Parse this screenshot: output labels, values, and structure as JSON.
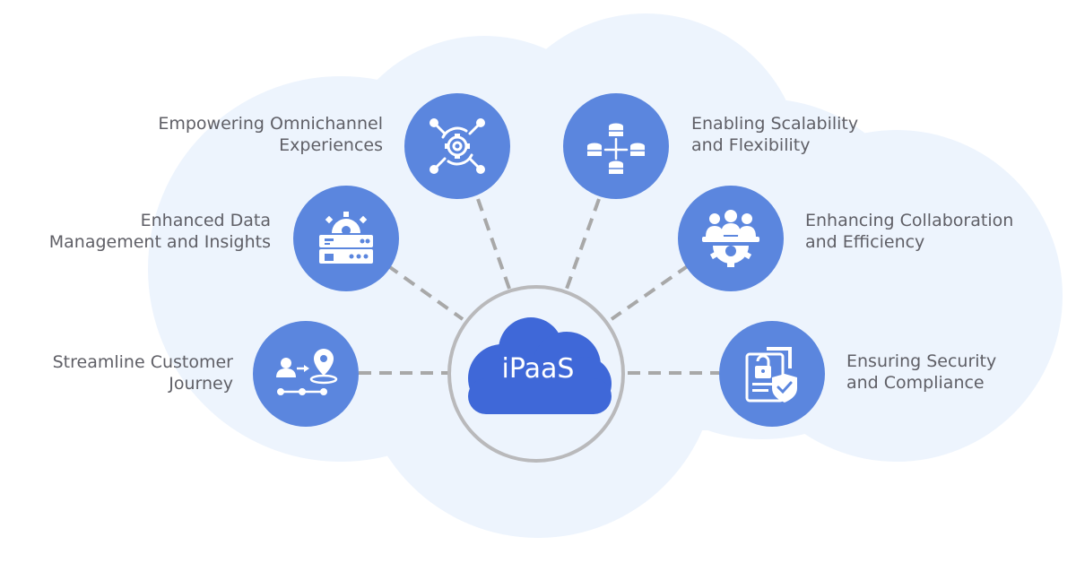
{
  "hub": {
    "label": "iPaaS",
    "color": "#3f68d8"
  },
  "colors": {
    "cloud": "#edf4fd",
    "node": "#5b86de",
    "connector": "#a8a8a8",
    "text": "#5f5f66"
  },
  "benefits": [
    {
      "id": "omnichannel",
      "label": "Empowering Omnichannel\nExperiences",
      "icon": "gear-arrows-icon"
    },
    {
      "id": "scalability",
      "label": "Enabling Scalability\nand Flexibility",
      "icon": "database-distribution-icon"
    },
    {
      "id": "data",
      "label": "Enhanced Data\nManagement and Insights",
      "icon": "data-server-icon"
    },
    {
      "id": "collaboration",
      "label": "Enhancing Collaboration\nand Efficiency",
      "icon": "team-gear-icon"
    },
    {
      "id": "journey",
      "label": "Streamline Customer\nJourney",
      "icon": "customer-journey-icon"
    },
    {
      "id": "security",
      "label": "Ensuring Security\nand Compliance",
      "icon": "security-compliance-icon"
    }
  ]
}
